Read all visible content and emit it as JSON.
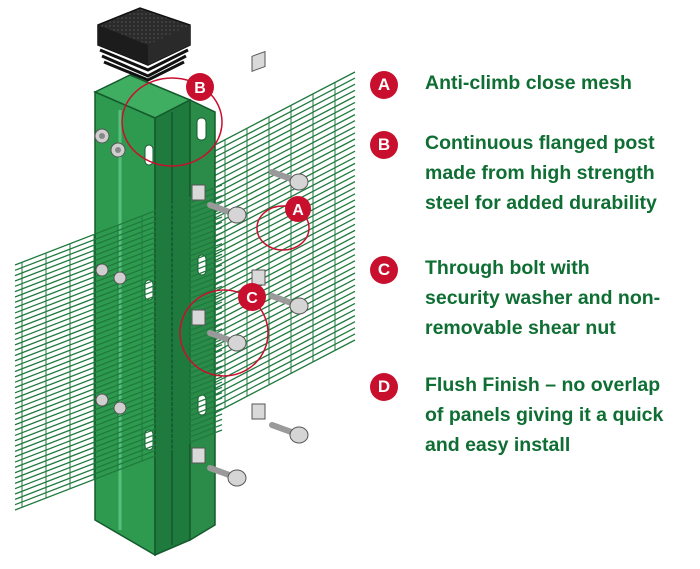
{
  "colors": {
    "accent_red": "#c8102e",
    "brand_green": "#0f6e33",
    "post_green": "#2e9a4f",
    "mesh_green": "#1f7a3e"
  },
  "callouts": [
    {
      "letter": "A",
      "text": "Anti-climb close mesh"
    },
    {
      "letter": "B",
      "text": "Continuous flanged post\nmade from high strength\nsteel for added durability"
    },
    {
      "letter": "C",
      "text": "Through bolt with\nsecurity washer and non-\nremovable shear nut"
    },
    {
      "letter": "D",
      "text": "Flush Finish – no overlap\nof panels giving it a quick\nand easy install"
    }
  ],
  "diagram_markers": [
    "B",
    "A",
    "C"
  ],
  "icons": [
    "post-cap-icon",
    "bolt-icon",
    "washer-icon",
    "shear-nut-icon"
  ]
}
